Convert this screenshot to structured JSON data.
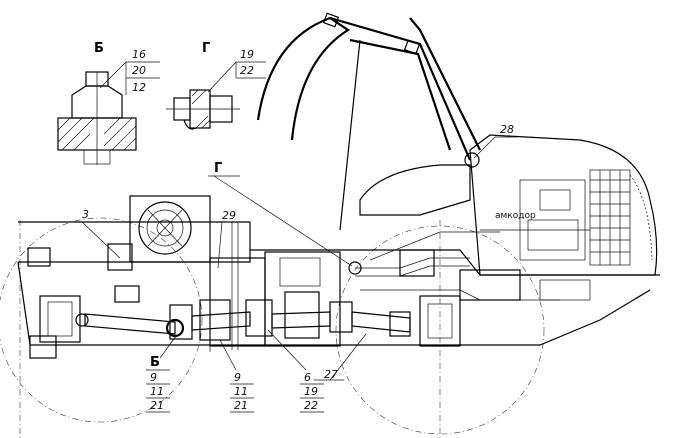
{
  "views": {
    "b": {
      "letter": "Б",
      "refs": [
        "16",
        "20",
        "12"
      ]
    },
    "g": {
      "letter": "Г",
      "refs": [
        "19",
        "22"
      ]
    }
  },
  "callouts": {
    "g_pointer": "Г",
    "b_pointer": "Б",
    "c3": "3",
    "c29": "29",
    "c28": "28",
    "c27": "27",
    "stack_b": [
      "9",
      "11",
      "21"
    ],
    "stack_9": [
      "9",
      "11",
      "21"
    ],
    "stack_6": [
      "6",
      "19",
      "22"
    ]
  },
  "brand": "амкодор",
  "colors": {
    "line": "#000000",
    "background": "#ffffff"
  }
}
